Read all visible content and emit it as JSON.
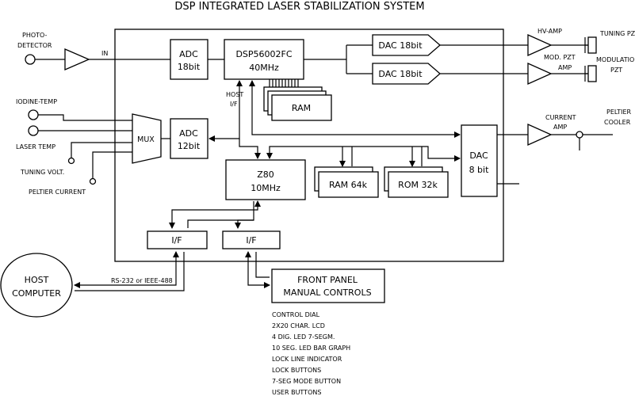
{
  "title": "DSP INTEGRATED LASER STABILIZATION SYSTEM",
  "inputs": {
    "photodetector": [
      "PHOTO-",
      "DETECTOR"
    ],
    "in_label": "IN",
    "iodine_temp": "IODINE-TEMP",
    "laser_temp": "LASER TEMP",
    "tuning_volt": "TUNING VOLT.",
    "peltier_current": "PELTIER CURRENT"
  },
  "blocks": {
    "adc18": [
      "ADC",
      "18bit"
    ],
    "dsp": [
      "DSP56002FC",
      "40MHz"
    ],
    "host_if": [
      "HOST",
      "I/F"
    ],
    "ram": "RAM",
    "dac18_a": "DAC  18bit",
    "dac18_b": "DAC  18bit",
    "mux": "MUX",
    "adc12": [
      "ADC",
      "12bit"
    ],
    "z80": [
      "Z80",
      "10MHz"
    ],
    "ram64": "RAM 64k",
    "rom32": "ROM 32k",
    "dac8": [
      "DAC",
      "8 bit"
    ],
    "if_left": "I/F",
    "if_right": "I/F",
    "front_panel": [
      "FRONT PANEL",
      "MANUAL CONTROLS"
    ],
    "host_computer": [
      "HOST",
      "COMPUTER"
    ]
  },
  "outputs": {
    "hv_amp": "HV-AMP",
    "tuning_pzt": "TUNING PZT",
    "mod_pzt_amp": [
      "MOD. PZT",
      "AMP"
    ],
    "modulation_pzt": [
      "MODULATION",
      "PZT"
    ],
    "current_amp": [
      "CURRENT",
      "AMP"
    ],
    "peltier_cooler": [
      "PELTIER",
      "COOLER"
    ]
  },
  "link_label": "RS-232 or IEEE-488",
  "control_list": [
    "CONTROL DIAL",
    "2X20 CHAR. LCD",
    "4 DIG. LED 7-SEGM.",
    "10 SEG. LED BAR GRAPH",
    "LOCK LINE INDICATOR",
    "LOCK BUTTONS",
    "7-SEG MODE BUTTON",
    "USER BUTTONS"
  ]
}
